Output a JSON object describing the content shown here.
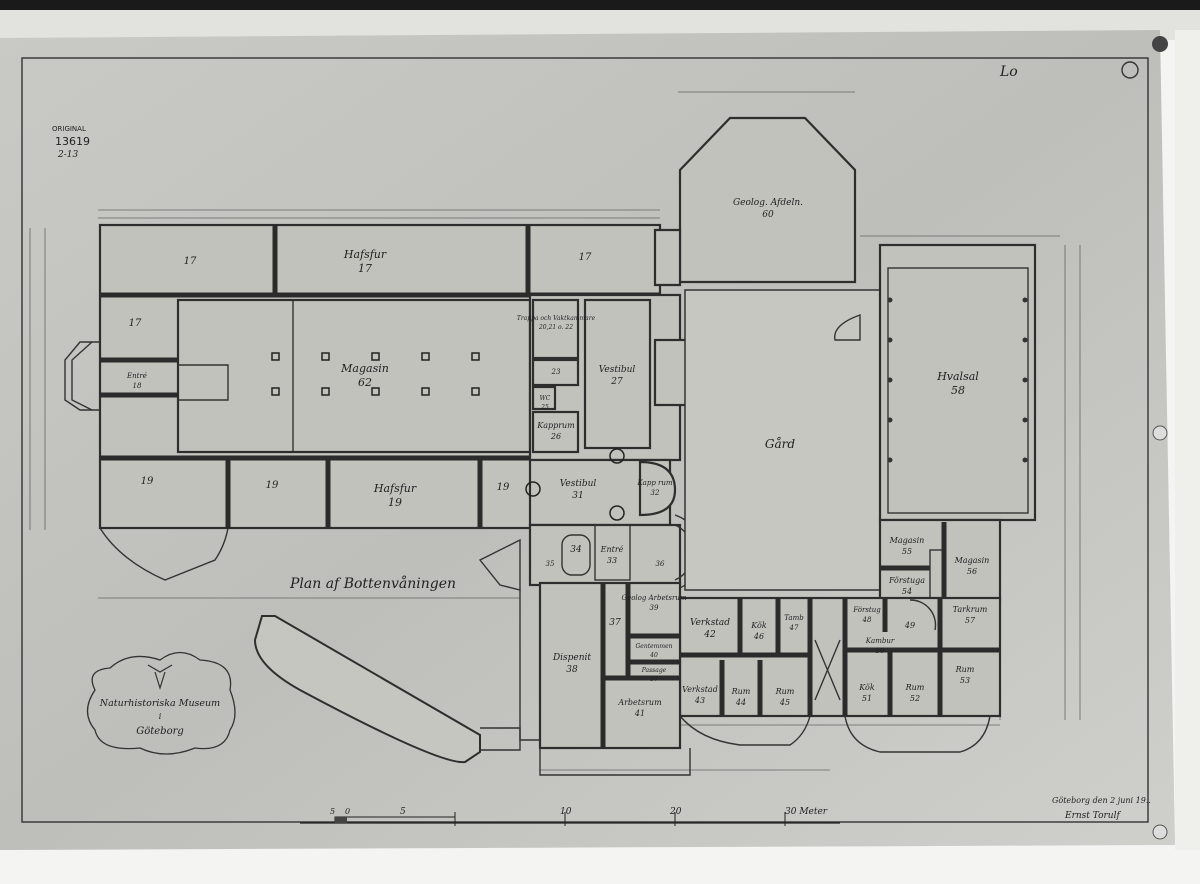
{
  "stamp": {
    "label": "ORIGINAL",
    "number": "13619",
    "sub": "2-13"
  },
  "plan_title": "Plan af Bottenvåningen",
  "cartouche": {
    "line1": "Naturhistoriska Museum",
    "line2": "i",
    "line3": "Göteborg"
  },
  "signature": {
    "line1": "Göteborg den 2 juni 19..",
    "line2": "Ernst Torulf"
  },
  "corner_mark": "Lo",
  "scale_bar": {
    "ticks": [
      "5",
      "0",
      "5",
      "10",
      "20",
      "30 Meter"
    ]
  },
  "rooms": [
    {
      "name": "",
      "number": "17"
    },
    {
      "name": "Hafsfur",
      "number": "17"
    },
    {
      "name": "",
      "number": "17"
    },
    {
      "name": "",
      "number": "17"
    },
    {
      "name": "Magasin",
      "number": "62"
    },
    {
      "name": "Entré",
      "number": "18"
    },
    {
      "name": "",
      "number": "19"
    },
    {
      "name": "",
      "number": "19"
    },
    {
      "name": "Hafsfur",
      "number": "19"
    },
    {
      "name": "",
      "number": "19"
    },
    {
      "name": "Trappa och Vaktkammare",
      "number": "20,21 o. 22"
    },
    {
      "name": "",
      "number": "23"
    },
    {
      "name": "WC",
      "number": "25"
    },
    {
      "name": "Kapprum",
      "number": "26"
    },
    {
      "name": "Vestibul",
      "number": "27"
    },
    {
      "name": "Vestibul",
      "number": "31"
    },
    {
      "name": "Kapp rum",
      "number": "32"
    },
    {
      "name": "Entré",
      "number": "33"
    },
    {
      "name": "",
      "number": "34"
    },
    {
      "name": "",
      "number": "35"
    },
    {
      "name": "",
      "number": "36"
    },
    {
      "name": "Geolog. Afdeln.",
      "number": "60"
    },
    {
      "name": "Gård",
      "number": ""
    },
    {
      "name": "Hvalsal",
      "number": "58"
    },
    {
      "name": "Magasin",
      "number": "55"
    },
    {
      "name": "Förstuga",
      "number": "54"
    },
    {
      "name": "Magasin",
      "number": "56"
    },
    {
      "name": "Dispenit",
      "number": "38"
    },
    {
      "name": "",
      "number": "37"
    },
    {
      "name": "Geolog Arbetsrum",
      "number": "39"
    },
    {
      "name": "Gentemmen",
      "number": "40"
    },
    {
      "name": "Passage",
      "number": "37"
    },
    {
      "name": "Arbetsrum",
      "number": "41"
    },
    {
      "name": "Verkstad",
      "number": "42"
    },
    {
      "name": "Kök",
      "number": "46"
    },
    {
      "name": "Tamb",
      "number": "47"
    },
    {
      "name": "Förstug",
      "number": "48"
    },
    {
      "name": "",
      "number": "49"
    },
    {
      "name": "Tarkrum",
      "number": "57"
    },
    {
      "name": "Kambur",
      "number": "50"
    },
    {
      "name": "Verkstad",
      "number": "43"
    },
    {
      "name": "Rum",
      "number": "44"
    },
    {
      "name": "Rum",
      "number": "45"
    },
    {
      "name": "Kök",
      "number": "51"
    },
    {
      "name": "Rum",
      "number": "52"
    },
    {
      "name": "Rum",
      "number": "53"
    }
  ]
}
